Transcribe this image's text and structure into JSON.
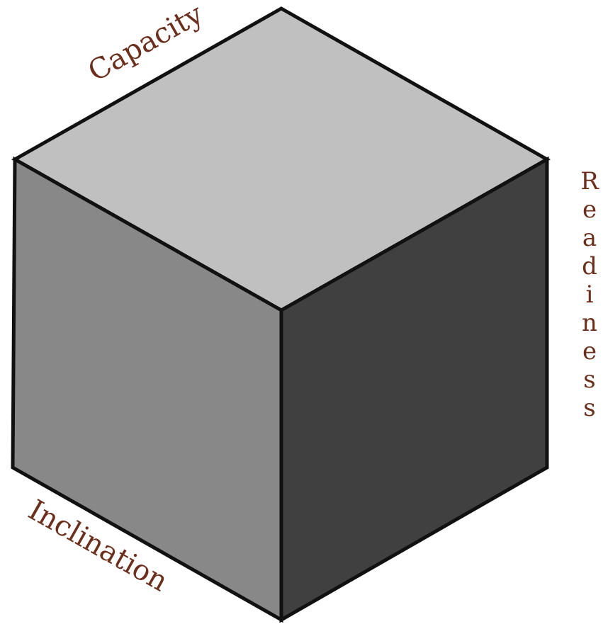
{
  "diagram": {
    "labels": {
      "capacity": "Capacity",
      "readiness": "Readiness",
      "inclination": "Inclination"
    },
    "colors": {
      "top_face": "#c0c0c0",
      "left_face": "#888888",
      "right_face": "#404040",
      "edge": "#111111",
      "label_text": "#6b2f1c"
    }
  }
}
